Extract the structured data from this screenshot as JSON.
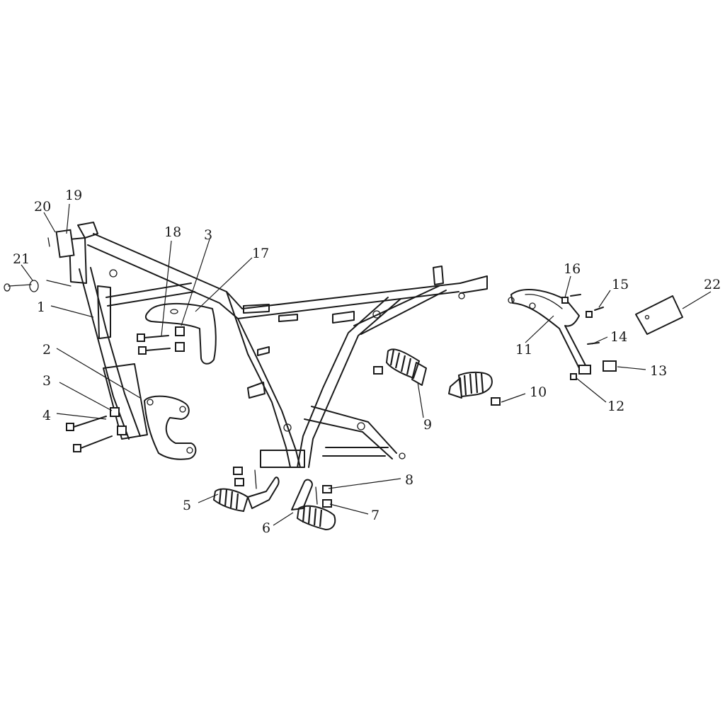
{
  "callouts": [
    {
      "id": "1",
      "label": "1"
    },
    {
      "id": "2",
      "label": "2"
    },
    {
      "id": "3a",
      "label": "3"
    },
    {
      "id": "3b",
      "label": "3"
    },
    {
      "id": "4",
      "label": "4"
    },
    {
      "id": "5",
      "label": "5"
    },
    {
      "id": "6",
      "label": "6"
    },
    {
      "id": "7",
      "label": "7"
    },
    {
      "id": "8",
      "label": "8"
    },
    {
      "id": "9",
      "label": "9"
    },
    {
      "id": "10",
      "label": "10"
    },
    {
      "id": "11",
      "label": "11"
    },
    {
      "id": "12",
      "label": "12"
    },
    {
      "id": "13",
      "label": "13"
    },
    {
      "id": "14",
      "label": "14"
    },
    {
      "id": "15",
      "label": "15"
    },
    {
      "id": "16",
      "label": "16"
    },
    {
      "id": "17",
      "label": "17"
    },
    {
      "id": "18",
      "label": "18"
    },
    {
      "id": "19",
      "label": "19"
    },
    {
      "id": "20",
      "label": "20"
    },
    {
      "id": "21",
      "label": "21"
    },
    {
      "id": "22",
      "label": "22"
    }
  ]
}
